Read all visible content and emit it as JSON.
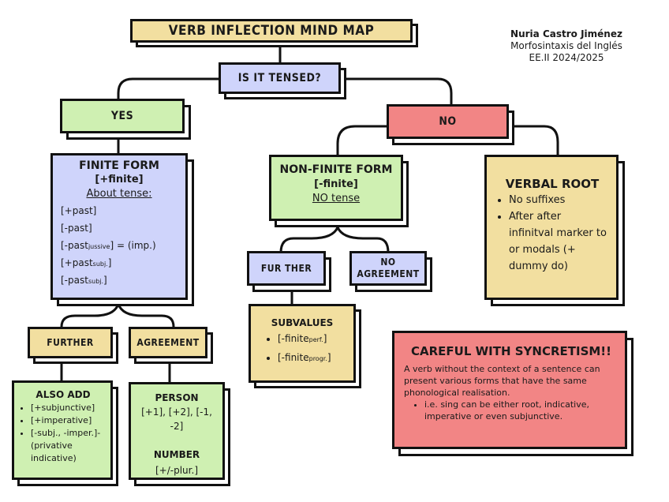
{
  "title": "VERB INFLECTION MIND MAP",
  "author": {
    "name": "Nuria Castro Jiménez",
    "course": "Morfosintaxis del Inglés",
    "group_year": "EE.II 2024/2025"
  },
  "root_question": "IS IT TENSED?",
  "yes_branch": {
    "label": "YES",
    "finite_form": {
      "title": "FINITE FORM",
      "feature": "[+finite]",
      "about_heading": "About tense:",
      "values": [
        {
          "base": "[+past",
          "sub": "",
          "tail": "]"
        },
        {
          "base": "[-past",
          "sub": "",
          "tail": "]"
        },
        {
          "base": "[-past",
          "sub": "jussive",
          "tail": "] = (imp.)"
        },
        {
          "base": "[+past",
          "sub": "subj.",
          "tail": "]"
        },
        {
          "base": "[-past",
          "sub": "subj.",
          "tail": "]"
        }
      ]
    },
    "further": {
      "label": "FURTHER",
      "box_title": "ALSO ADD",
      "items": [
        "[+subjunctive]",
        "[+imperative]",
        "[-subj., -imper.]- (privative indicative)"
      ]
    },
    "agreement": {
      "label": "AGREEMENT",
      "person_title": "PERSON",
      "person_values": "[+1], [+2], [-1, -2]",
      "number_title": "NUMBER",
      "number_values": "[+/-plur.]"
    }
  },
  "no_branch": {
    "label": "NO",
    "non_finite": {
      "title": "NON-FINITE FORM",
      "feature": "[-finite]",
      "note": "NO tense",
      "further_label": "FUR THER",
      "no_agreement_label_1": "NO",
      "no_agreement_label_2": "AGREEMENT",
      "subvalues_title": "SUBVALUES",
      "subvalues": [
        {
          "base": "[-finite",
          "sub": "perf.",
          "tail": "]"
        },
        {
          "base": "[-finite",
          "sub": "progr.",
          "tail": "]"
        }
      ]
    },
    "verbal_root": {
      "title": "VERBAL ROOT",
      "items": [
        "No suffixes",
        "After after infinitval marker to or modals (+ dummy do)"
      ]
    }
  },
  "syncretism": {
    "title": "CAREFUL WITH SYNCRETISM!!",
    "text": "A verb without the context of a sentence can present various forms that have the same phonological realisation.",
    "bullet": "i.e. sing can be either root, indicative, imperative or even subjunctive."
  },
  "colors": {
    "yellow": "#f2dfa0",
    "blue": "#cfd4fb",
    "green": "#cff0b2",
    "red": "#f28585",
    "outline": "#111111"
  }
}
